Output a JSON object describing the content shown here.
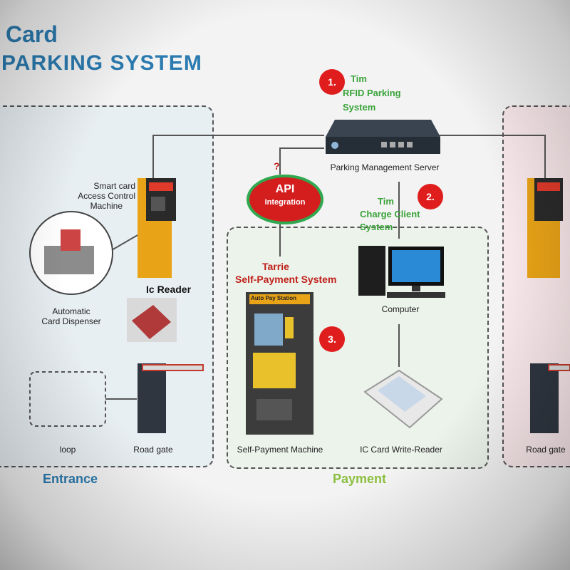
{
  "header": {
    "line1": "Card",
    "line2": "PARKING SYSTEM"
  },
  "server": {
    "label": "Parking Management Server",
    "num": "1.",
    "name_lines": [
      "Tim",
      "RFID Parking",
      "System"
    ]
  },
  "api": {
    "question": "?",
    "line1": "API",
    "line2": "Integration"
  },
  "charge": {
    "num": "2.",
    "name_lines": [
      "Tim",
      "Charge Client",
      "System"
    ]
  },
  "selfpay": {
    "num": "3.",
    "name_lines": [
      "Tarrie",
      "Self-Payment System"
    ],
    "screen_label": "Auto Pay Station"
  },
  "entrance": {
    "access_machine_lines": [
      "Smart card",
      "Access Control",
      "Machine"
    ],
    "ic_reader": "Ic Reader",
    "dispenser_lines": [
      "Automatic",
      "Card Dispenser"
    ],
    "loop": "loop",
    "road_gate": "Road gate",
    "zone_title": "Entrance"
  },
  "payment": {
    "computer": "Computer",
    "self_payment_machine": "Self-Payment Machine",
    "ic_writer": "IC Card Write-Reader",
    "zone_title": "Payment"
  },
  "exit": {
    "road_gate": "Road gate"
  },
  "colors": {
    "title_blue": "#2b7bb0",
    "green": "#3aa33a",
    "red": "#d41e1e",
    "machine_yellow": "#e8a317"
  }
}
